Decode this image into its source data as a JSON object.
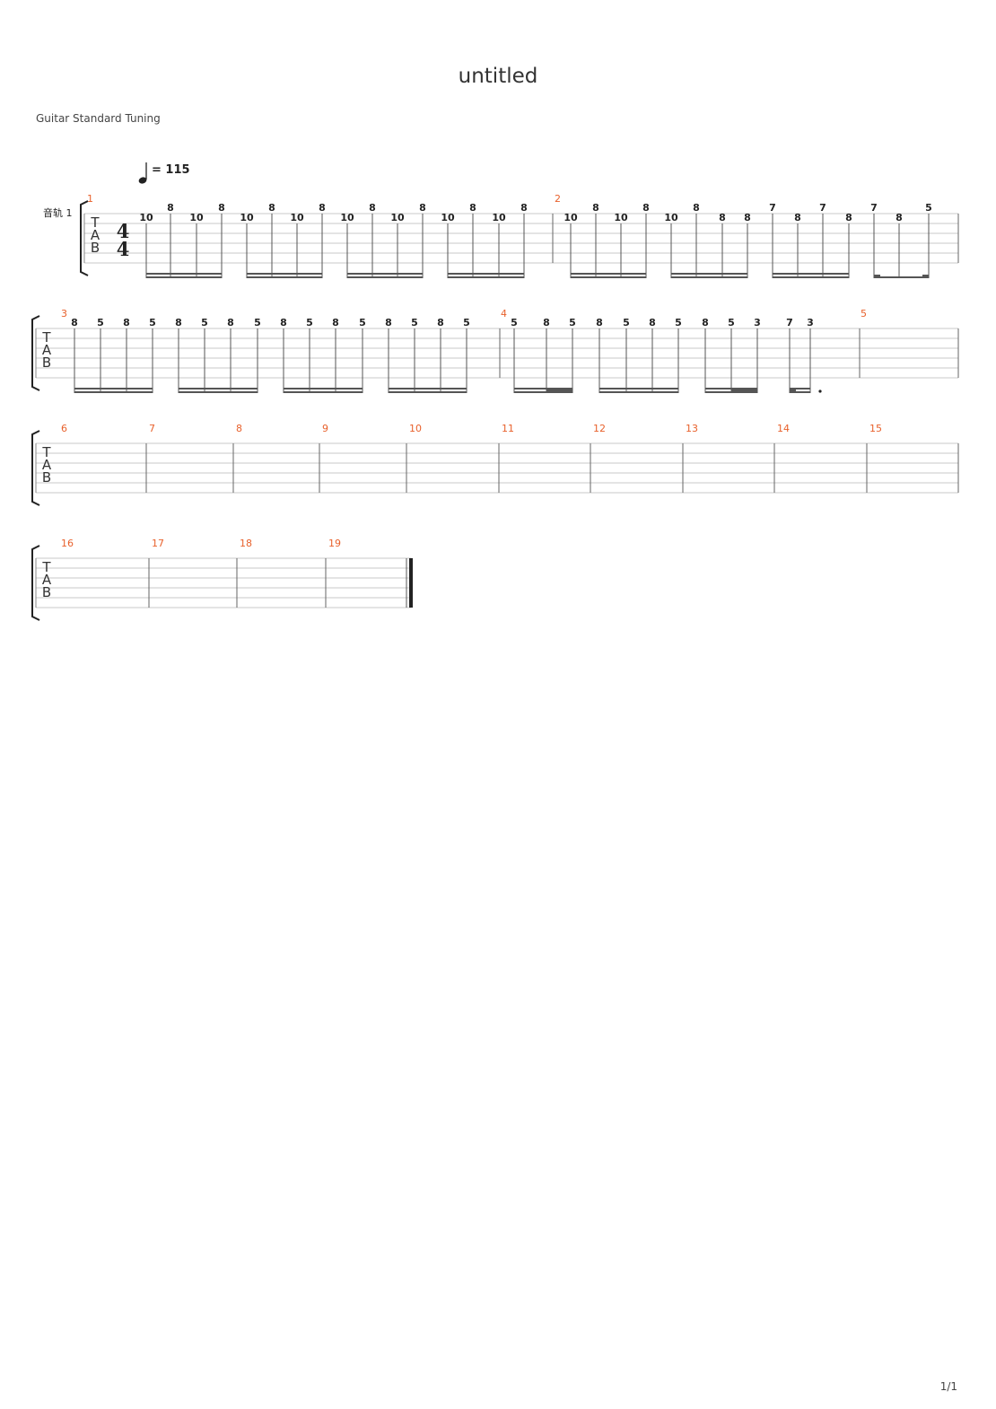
{
  "document": {
    "title": "untitled",
    "tuning": "Guitar Standard Tuning",
    "track_name": "音轨 1",
    "tempo": "= 115",
    "time_signature": {
      "numerator": "4",
      "denominator": "4"
    },
    "tab_letters": [
      "T",
      "A",
      "B"
    ],
    "page_number": "1/1"
  },
  "measures": [
    {
      "number": "1",
      "notes": [
        {
          "fret": "10",
          "string": 2
        },
        {
          "fret": "8",
          "string": 1
        },
        {
          "fret": "10",
          "string": 2
        },
        {
          "fret": "8",
          "string": 1
        },
        {
          "fret": "10",
          "string": 2
        },
        {
          "fret": "8",
          "string": 1
        },
        {
          "fret": "10",
          "string": 2
        },
        {
          "fret": "8",
          "string": 1
        },
        {
          "fret": "10",
          "string": 2
        },
        {
          "fret": "8",
          "string": 1
        },
        {
          "fret": "10",
          "string": 2
        },
        {
          "fret": "8",
          "string": 1
        },
        {
          "fret": "10",
          "string": 2
        },
        {
          "fret": "8",
          "string": 1
        },
        {
          "fret": "10",
          "string": 2
        },
        {
          "fret": "8",
          "string": 1
        }
      ]
    },
    {
      "number": "2",
      "notes": [
        {
          "fret": "10",
          "string": 2
        },
        {
          "fret": "8",
          "string": 1
        },
        {
          "fret": "10",
          "string": 2
        },
        {
          "fret": "8",
          "string": 1
        },
        {
          "fret": "10",
          "string": 2
        },
        {
          "fret": "8",
          "string": 1
        },
        {
          "fret": "8",
          "string": 2
        },
        {
          "fret": "8",
          "string": 2
        },
        {
          "fret": "7",
          "string": 1
        },
        {
          "fret": "8",
          "string": 2
        },
        {
          "fret": "7",
          "string": 1
        },
        {
          "fret": "8",
          "string": 2
        },
        {
          "fret": "7",
          "string": 1
        },
        {
          "fret": "8",
          "string": 2
        },
        {
          "fret": "5",
          "string": 1
        }
      ]
    },
    {
      "number": "3",
      "notes": [
        {
          "fret": "8",
          "string": 1
        },
        {
          "fret": "5",
          "string": 1
        },
        {
          "fret": "8",
          "string": 1
        },
        {
          "fret": "5",
          "string": 1
        },
        {
          "fret": "8",
          "string": 1
        },
        {
          "fret": "5",
          "string": 1
        },
        {
          "fret": "8",
          "string": 1
        },
        {
          "fret": "5",
          "string": 1
        },
        {
          "fret": "8",
          "string": 1
        },
        {
          "fret": "5",
          "string": 1
        },
        {
          "fret": "8",
          "string": 1
        },
        {
          "fret": "5",
          "string": 1
        },
        {
          "fret": "8",
          "string": 1
        },
        {
          "fret": "5",
          "string": 1
        },
        {
          "fret": "8",
          "string": 1
        },
        {
          "fret": "5",
          "string": 1
        }
      ]
    },
    {
      "number": "4",
      "notes": [
        {
          "fret": "5",
          "string": 1
        },
        {
          "fret": "8",
          "string": 1
        },
        {
          "fret": "5",
          "string": 1
        },
        {
          "fret": "8",
          "string": 1
        },
        {
          "fret": "5",
          "string": 1
        },
        {
          "fret": "8",
          "string": 1
        },
        {
          "fret": "5",
          "string": 1
        },
        {
          "fret": "8",
          "string": 1
        },
        {
          "fret": "5",
          "string": 1
        },
        {
          "fret": "3",
          "string": 1
        },
        {
          "fret": "7",
          "string": 1
        },
        {
          "fret": "3",
          "string": 1
        }
      ]
    },
    {
      "number": "5",
      "notes": []
    },
    {
      "number": "6",
      "notes": []
    },
    {
      "number": "7",
      "notes": []
    },
    {
      "number": "8",
      "notes": []
    },
    {
      "number": "9",
      "notes": []
    },
    {
      "number": "10",
      "notes": []
    },
    {
      "number": "11",
      "notes": []
    },
    {
      "number": "12",
      "notes": []
    },
    {
      "number": "13",
      "notes": []
    },
    {
      "number": "14",
      "notes": []
    },
    {
      "number": "15",
      "notes": []
    },
    {
      "number": "16",
      "notes": []
    },
    {
      "number": "17",
      "notes": []
    },
    {
      "number": "18",
      "notes": []
    },
    {
      "number": "19",
      "notes": []
    }
  ]
}
